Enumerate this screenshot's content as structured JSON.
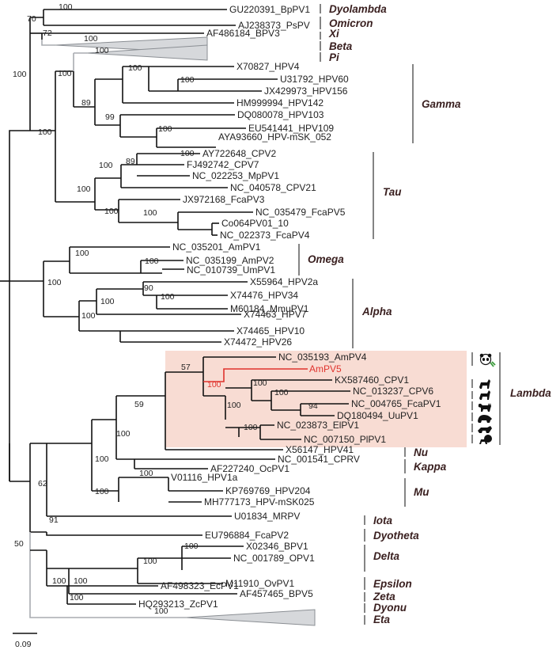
{
  "scale_label": "0.09",
  "highlight_color": "#f8dcd3",
  "accent_color": "#e0332d",
  "taxa": [
    {
      "id": "BpPV1",
      "label": "GU220391_BpPV1"
    },
    {
      "id": "PsPV",
      "label": "AJ238373_PsPV"
    },
    {
      "id": "BPV3",
      "label": "AF486184_BPV3"
    },
    {
      "id": "HPV4",
      "label": "X70827_HPV4"
    },
    {
      "id": "HPV60",
      "label": "U31792_HPV60"
    },
    {
      "id": "HPV156",
      "label": "JX429973_HPV156"
    },
    {
      "id": "HPV142",
      "label": "HM999994_HPV142"
    },
    {
      "id": "HPV103",
      "label": "DQ080078_HPV103"
    },
    {
      "id": "HPV109",
      "label": "EU541441_HPV109"
    },
    {
      "id": "HPVmSK052",
      "label": "AYA93660_HPV-mSK_052"
    },
    {
      "id": "CPV2",
      "label": "AY722648_CPV2"
    },
    {
      "id": "CPV7",
      "label": "FJ492742_CPV7"
    },
    {
      "id": "MpPV1",
      "label": "NC_022253_MpPV1"
    },
    {
      "id": "CPV21",
      "label": "NC_040578_CPV21"
    },
    {
      "id": "FcaPV3",
      "label": "JX972168_FcaPV3"
    },
    {
      "id": "FcaPV5",
      "label": "NC_035479_FcaPV5"
    },
    {
      "id": "Co064",
      "label": "Co064PV01_10"
    },
    {
      "id": "FcaPV4",
      "label": "NC_022373_FcaPV4"
    },
    {
      "id": "AmPV1",
      "label": "NC_035201_AmPV1"
    },
    {
      "id": "AmPV2",
      "label": "NC_035199_AmPV2"
    },
    {
      "id": "UmPV1",
      "label": "NC_010739_UmPV1"
    },
    {
      "id": "HPV2a",
      "label": "X55964_HPV2a"
    },
    {
      "id": "HPV34",
      "label": "X74476_HPV34"
    },
    {
      "id": "MmuPV1",
      "label": "M60184_MmuPV1"
    },
    {
      "id": "HPV7",
      "label": "X74463_HPV7"
    },
    {
      "id": "HPV10",
      "label": "X74465_HPV10"
    },
    {
      "id": "HPV26",
      "label": "X74472_HPV26"
    },
    {
      "id": "AmPV4",
      "label": "NC_035193_AmPV4"
    },
    {
      "id": "AmPV5",
      "label": "AmPV5"
    },
    {
      "id": "CPV1",
      "label": "KX587460_CPV1"
    },
    {
      "id": "CPV6",
      "label": "NC_013237_CPV6"
    },
    {
      "id": "FcaPV1",
      "label": "NC_004765_FcaPV1"
    },
    {
      "id": "UuPV1",
      "label": "DQ180494_UuPV1"
    },
    {
      "id": "ElPV1",
      "label": "NC_023873_ElPV1"
    },
    {
      "id": "PlPV1",
      "label": "NC_007150_PlPV1"
    },
    {
      "id": "HPV41",
      "label": "X56147_HPV41"
    },
    {
      "id": "CPRV",
      "label": "NC_001541_CPRV"
    },
    {
      "id": "OcPV1",
      "label": "AF227240_OcPV1"
    },
    {
      "id": "HPV1a",
      "label": "V01116_HPV1a"
    },
    {
      "id": "HPV204",
      "label": "KP769769_HPV204"
    },
    {
      "id": "HPVmSK025",
      "label": "MH777173_HPV-mSK025"
    },
    {
      "id": "MRPV",
      "label": "U01834_MRPV"
    },
    {
      "id": "FcaPV2",
      "label": "EU796884_FcaPV2"
    },
    {
      "id": "BPV1",
      "label": "X02346_BPV1"
    },
    {
      "id": "OPV1",
      "label": "NC_001789_OPV1"
    },
    {
      "id": "OvPV1",
      "label": "M11910_OvPV1"
    },
    {
      "id": "BPV5",
      "label": "AF457465_BPV5"
    },
    {
      "id": "EcPV1",
      "label": "AF498323_EcPV1"
    },
    {
      "id": "ZcPV1",
      "label": "HQ293213_ZcPV1"
    }
  ],
  "bootstrap": [
    {
      "id": "b01",
      "value": "100"
    },
    {
      "id": "b02",
      "value": "70"
    },
    {
      "id": "b03",
      "value": "72"
    },
    {
      "id": "b04",
      "value": "100"
    },
    {
      "id": "b05",
      "value": "100"
    },
    {
      "id": "b06",
      "value": "100"
    },
    {
      "id": "b07",
      "value": "100"
    },
    {
      "id": "b08",
      "value": "100"
    },
    {
      "id": "b09",
      "value": "89"
    },
    {
      "id": "b10",
      "value": "99"
    },
    {
      "id": "b11",
      "value": "100"
    },
    {
      "id": "b12",
      "value": "100"
    },
    {
      "id": "b13",
      "value": "100"
    },
    {
      "id": "b14",
      "value": "89"
    },
    {
      "id": "b15",
      "value": "100"
    },
    {
      "id": "b16",
      "value": "100"
    },
    {
      "id": "b17",
      "value": "100"
    },
    {
      "id": "b18",
      "value": "100"
    },
    {
      "id": "b19",
      "value": "100"
    },
    {
      "id": "b20",
      "value": "100"
    },
    {
      "id": "b21",
      "value": "100"
    },
    {
      "id": "b22",
      "value": "90"
    },
    {
      "id": "b23",
      "value": "100"
    },
    {
      "id": "b24",
      "value": "100"
    },
    {
      "id": "b25",
      "value": "100"
    },
    {
      "id": "b26",
      "value": "100"
    },
    {
      "id": "b27",
      "value": "57"
    },
    {
      "id": "b28",
      "value": "100"
    },
    {
      "id": "b29",
      "value": "100"
    },
    {
      "id": "b30",
      "value": "100"
    },
    {
      "id": "b31",
      "value": "94"
    },
    {
      "id": "b32",
      "value": "100"
    },
    {
      "id": "b33",
      "value": "100"
    },
    {
      "id": "b34",
      "value": "59"
    },
    {
      "id": "b35",
      "value": "100"
    },
    {
      "id": "b36",
      "value": "100"
    },
    {
      "id": "b37",
      "value": "100"
    },
    {
      "id": "b38",
      "value": "100"
    },
    {
      "id": "b39",
      "value": "62"
    },
    {
      "id": "b40",
      "value": "91"
    },
    {
      "id": "b41",
      "value": "50"
    },
    {
      "id": "b42",
      "value": "100"
    },
    {
      "id": "b43",
      "value": "100"
    },
    {
      "id": "b44",
      "value": "100"
    },
    {
      "id": "b45",
      "value": "100"
    },
    {
      "id": "b46",
      "value": "100"
    },
    {
      "id": "b47",
      "value": "100"
    }
  ],
  "clades": [
    {
      "id": "dyolambda",
      "label": "Dyolambda"
    },
    {
      "id": "omicron",
      "label": "Omicron"
    },
    {
      "id": "xi",
      "label": "Xi"
    },
    {
      "id": "beta",
      "label": "Beta"
    },
    {
      "id": "pi",
      "label": "Pi"
    },
    {
      "id": "gamma",
      "label": "Gamma"
    },
    {
      "id": "tau",
      "label": "Tau"
    },
    {
      "id": "omega",
      "label": "Omega"
    },
    {
      "id": "alpha",
      "label": "Alpha"
    },
    {
      "id": "lambda",
      "label": "Lambda"
    },
    {
      "id": "nu",
      "label": "Nu"
    },
    {
      "id": "kappa",
      "label": "Kappa"
    },
    {
      "id": "mu",
      "label": "Mu"
    },
    {
      "id": "iota",
      "label": "Iota"
    },
    {
      "id": "dyotheta",
      "label": "Dyotheta"
    },
    {
      "id": "delta",
      "label": "Delta"
    },
    {
      "id": "epsilon",
      "label": "Epsilon"
    },
    {
      "id": "zeta",
      "label": "Zeta"
    },
    {
      "id": "dyonu",
      "label": "Dyonu"
    },
    {
      "id": "eta",
      "label": "Eta"
    }
  ],
  "host_icons": [
    {
      "id": "panda",
      "name": "panda-icon"
    },
    {
      "id": "dog",
      "name": "dog-icon"
    },
    {
      "id": "dog2",
      "name": "dog-icon"
    },
    {
      "id": "cat",
      "name": "cat-icon"
    },
    {
      "id": "bear",
      "name": "bear-icon"
    },
    {
      "id": "raccoon",
      "name": "raccoon-icon"
    },
    {
      "id": "lion",
      "name": "lion-icon"
    }
  ]
}
